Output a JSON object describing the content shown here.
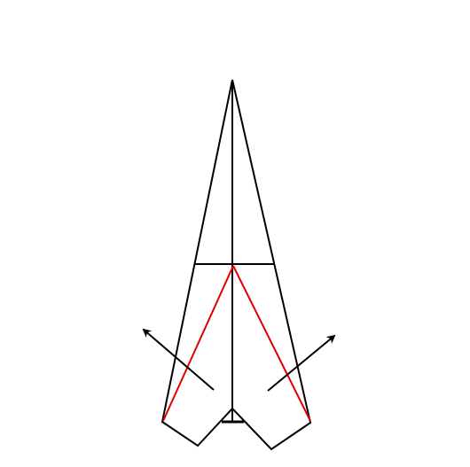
{
  "diagram": {
    "background_color": "#ffffff",
    "line_color": "#000000",
    "accent_color": "#e00000",
    "elements": {
      "plane_outline": "paper-airplane-outline",
      "center_crease": "center-fold-line",
      "cross_crease": "horizontal-fold-line",
      "fold_lines": "red-fold-guides",
      "fold_arrows": [
        "arrow-up-left",
        "arrow-up-right"
      ]
    }
  }
}
